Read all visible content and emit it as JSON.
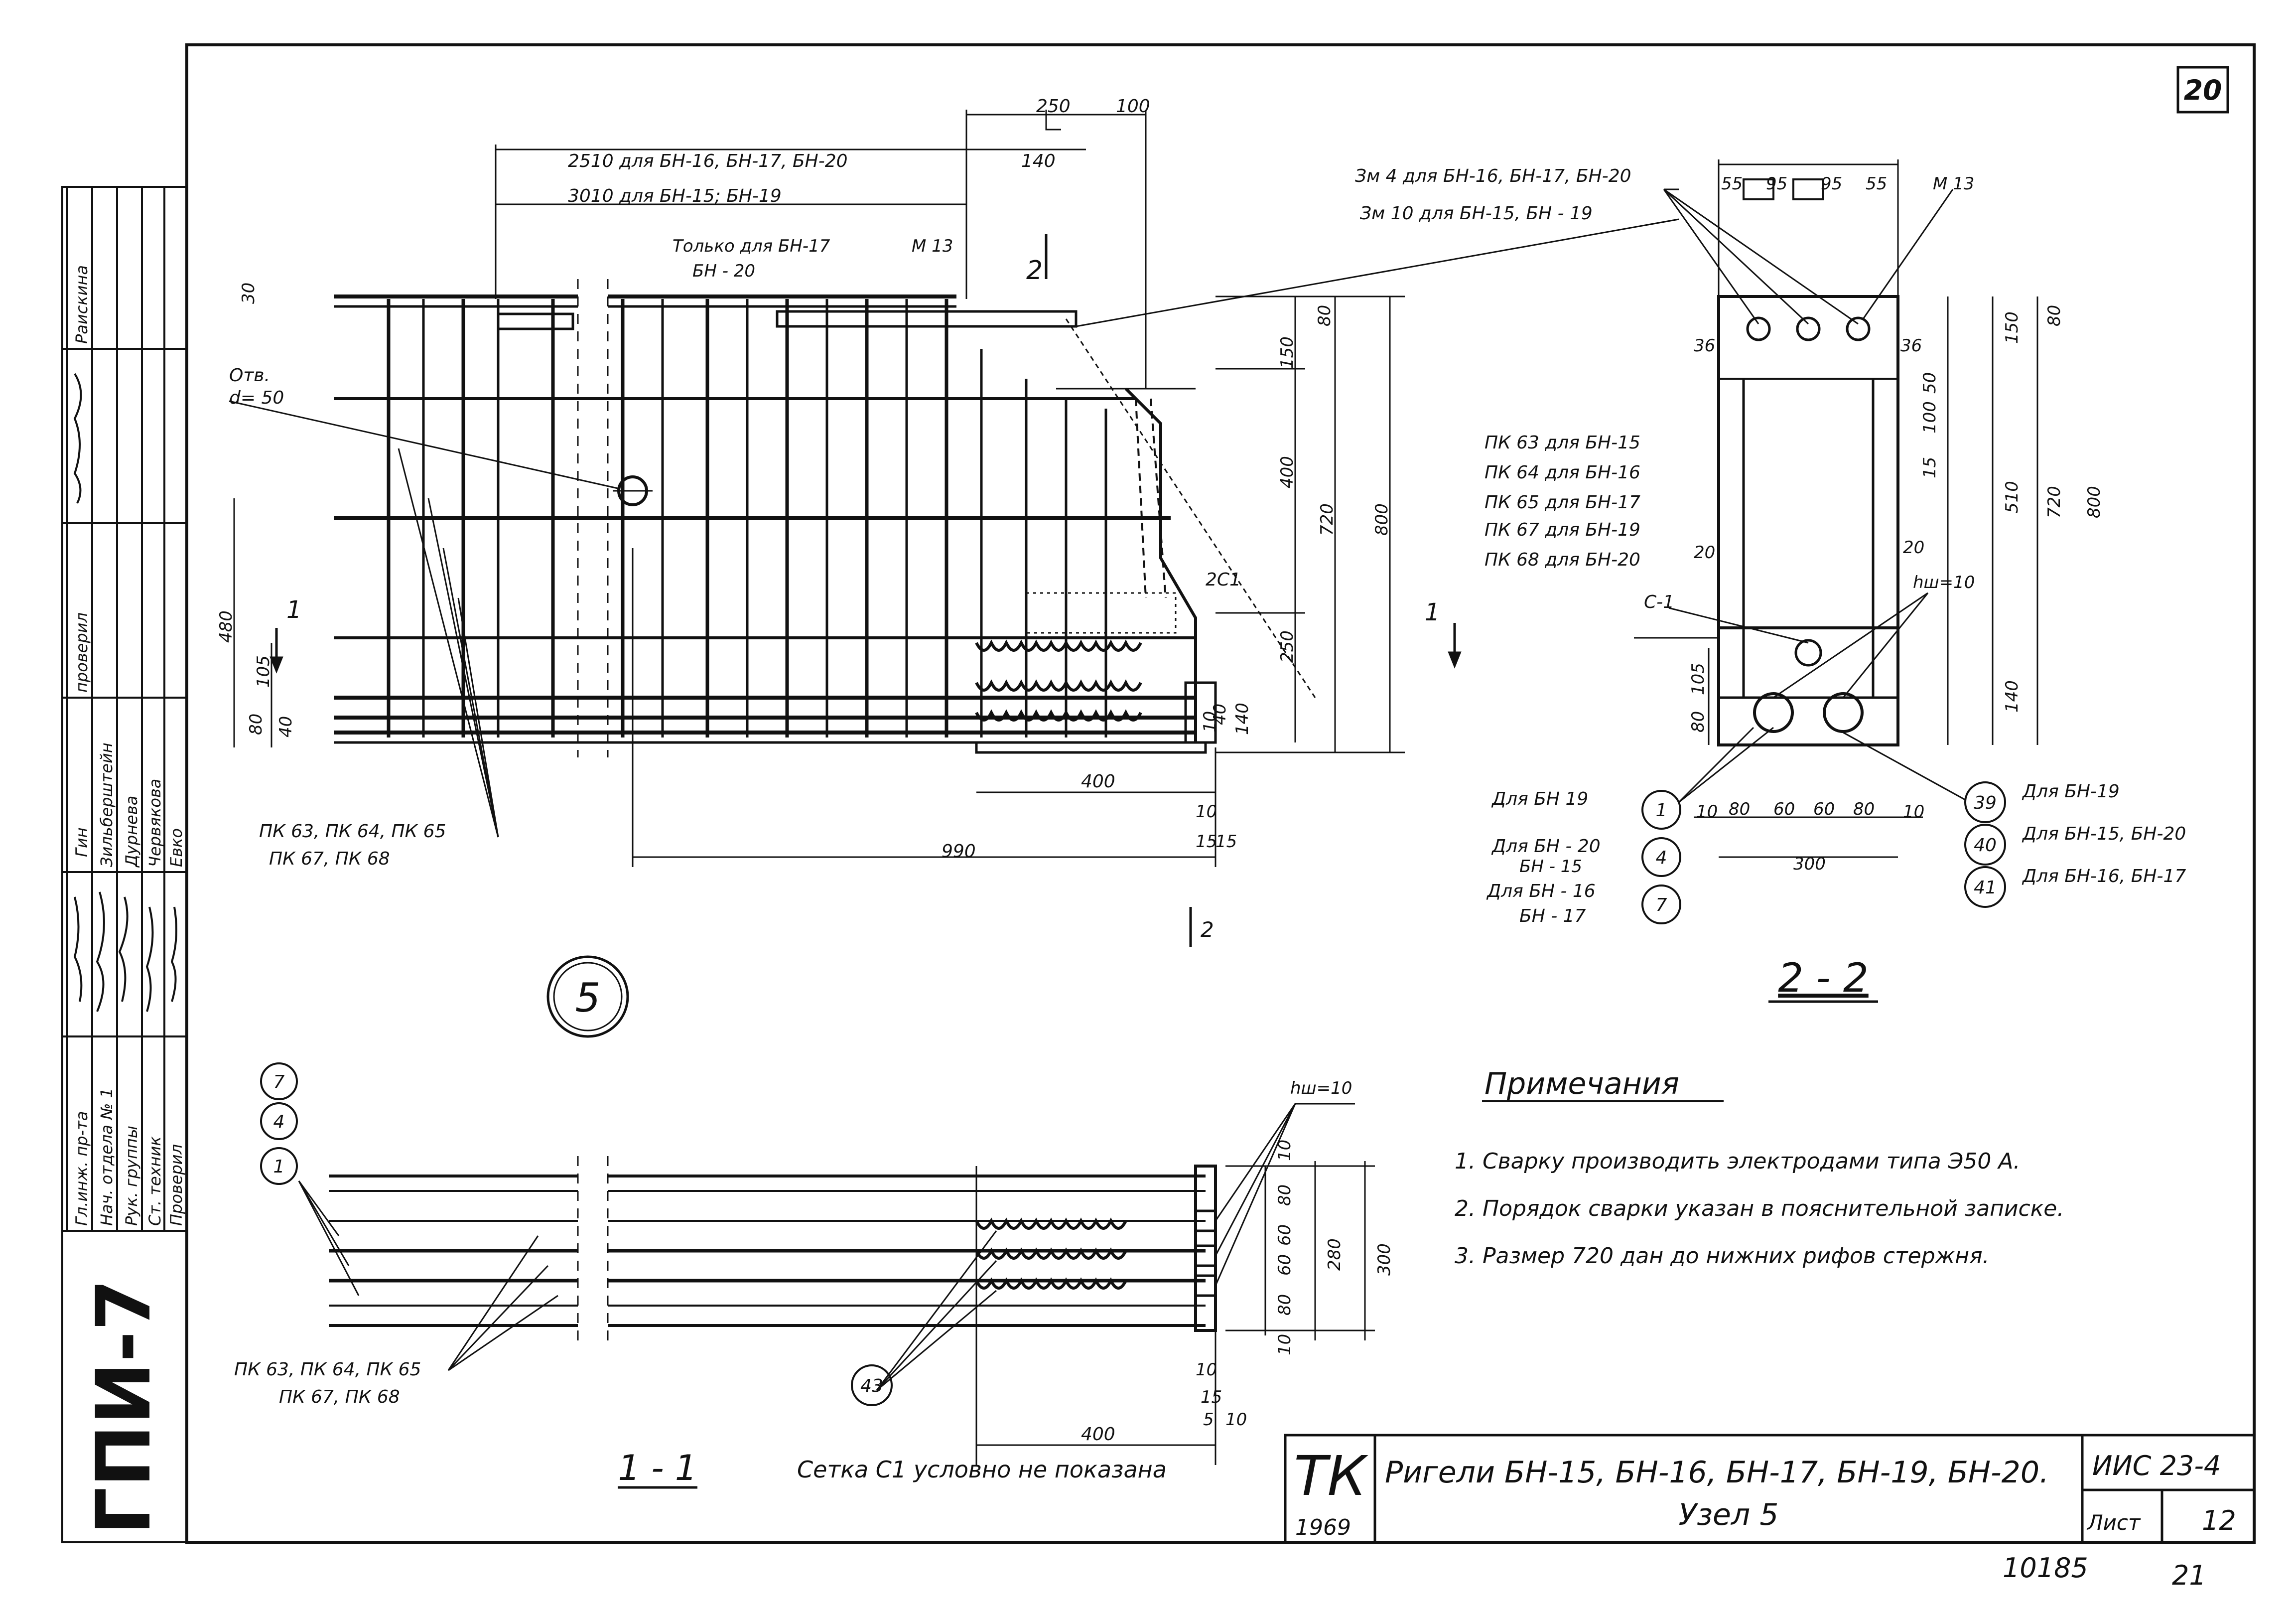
{
  "sheet_number": "20",
  "org_stamp": "ГПИ-7",
  "signature_block": {
    "roles": [
      "Гл.инж. пр-та",
      "Нач. отдела № 1",
      "Рук. группы",
      "Ст. техник",
      "Проверил"
    ],
    "names": [
      "Гин",
      "Зильберштейн",
      "Дурнева",
      "Червякова",
      "Евко"
    ],
    "extra_left": [
      "проверил",
      "Раискина"
    ]
  },
  "node_label": "5",
  "top_labels": {
    "dim_2510": "2510  для БН-16, БН-17, БН-20",
    "dim_3010": "3010  для БН-15; БН-19",
    "dim_250": "250",
    "dim_100": "100",
    "dim_140": "140",
    "only_for": "Только для БН-17",
    "only_for_2": "БН - 20",
    "m13": "М 13",
    "hole": "Отв.",
    "hole_d": "d= 50",
    "zm4": "Зм 4 для БН-16, БН-17, БН-20",
    "zm10": "Зм 10 для БН-15, БН - 19",
    "c1_label": "2С1",
    "dims_right": [
      "80",
      "150",
      "400",
      "250",
      "720",
      "800"
    ],
    "dims_left": [
      "30",
      "480",
      "105",
      "80",
      "40"
    ],
    "dims_bottom": [
      "400",
      "990",
      "10",
      "15",
      "15",
      "40",
      "140",
      "10"
    ],
    "pk_list_1": "ПК 63, ПК 64, ПК 65",
    "pk_list_2": "ПК 67, ПК 68"
  },
  "section_2_2": {
    "title": "2 - 2",
    "top_dims": [
      "55",
      "95",
      "95",
      "55"
    ],
    "m13": "М 13",
    "pk_notes": [
      "ПК 63  для БН-15",
      "ПК 64  для БН-16",
      "ПК 65  для БН-17",
      "ПК 67  для БН-19",
      "ПК 68  для БН-20"
    ],
    "c1": "С-1",
    "hw": "hш=10",
    "dims_left": [
      "36",
      "36",
      "20",
      "20",
      "105",
      "80",
      "10"
    ],
    "dims_right": [
      "80",
      "150",
      "50",
      "100",
      "15",
      "510",
      "720",
      "800",
      "140"
    ],
    "dims_bottom": [
      "80",
      "60",
      "60",
      "80",
      "10",
      "300"
    ],
    "callouts_left": [
      {
        "num": "1",
        "text": "Для БН 19"
      },
      {
        "num": "4",
        "text": "Для БН - 20"
      },
      {
        "num": "7",
        "text": "Для БН - 16"
      }
    ],
    "callouts_left_extra": [
      "БН - 15",
      "БН - 17"
    ],
    "callouts_right": [
      {
        "num": "39",
        "text": "Для БН-19"
      },
      {
        "num": "40",
        "text": "Для БН-15, БН-20"
      },
      {
        "num": "41",
        "text": "Для БН-16, БН-17"
      }
    ]
  },
  "section_1_1": {
    "title": "1 - 1",
    "note": "Сетка С1 условно не показана",
    "callouts": [
      "7",
      "4",
      "1",
      "43"
    ],
    "hw": "hш=10",
    "pk_list_1": "ПК 63, ПК 64, ПК 65",
    "pk_list_2": "ПК 67, ПК 68",
    "dims_right": [
      "10",
      "80",
      "60",
      "60",
      "80",
      "10",
      "280",
      "300"
    ],
    "dims_bottom": [
      "400",
      "10",
      "15",
      "5",
      "10"
    ]
  },
  "notes": {
    "heading": "Примечания",
    "items": [
      "1. Сварку производить электродами типа Э50 А.",
      "2. Порядок сварки указан в пояснительной записке.",
      "3. Размер 720 дан до нижних рифов стержня."
    ]
  },
  "title_block": {
    "tk": "ТК",
    "year": "1969",
    "title_line1": "Ригели БН-15, БН-16, БН-17, БН-19, БН-20.",
    "title_line2": "Узел 5",
    "series": "ИИС 23-4",
    "sheet_label": "Лист",
    "sheet_value": "12",
    "bottom_left": "10185",
    "bottom_right": "21"
  }
}
